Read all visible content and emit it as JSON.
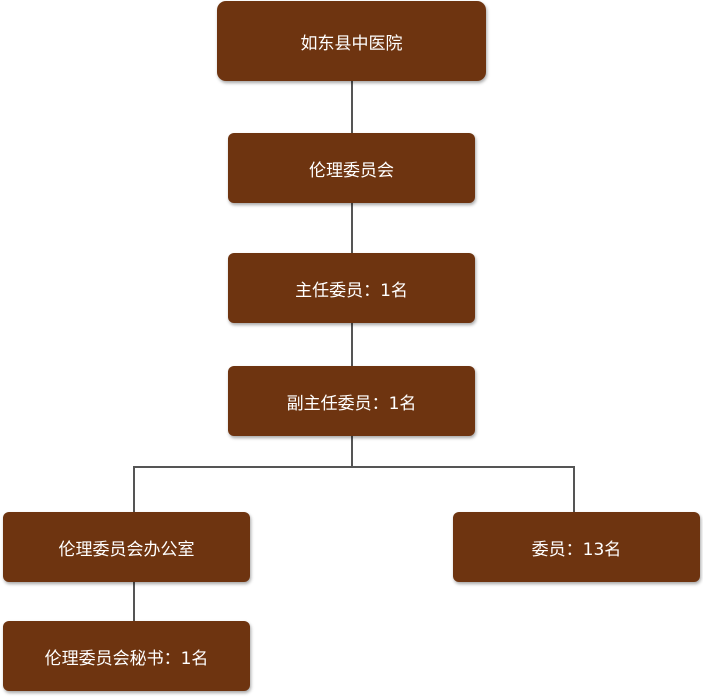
{
  "colors": {
    "node_fill": "#6e3410",
    "node_text": "#ffffff",
    "connector": "#555555",
    "background": "#ffffff"
  },
  "nodes": {
    "hospital": "如东县中医院",
    "ethics_committee": "伦理委员会",
    "chairman": "主任委员：1名",
    "vice_chairman": "副主任委员：1名",
    "office": "伦理委员会办公室",
    "members": "委员：13名",
    "secretary": "伦理委员会秘书：1名"
  }
}
